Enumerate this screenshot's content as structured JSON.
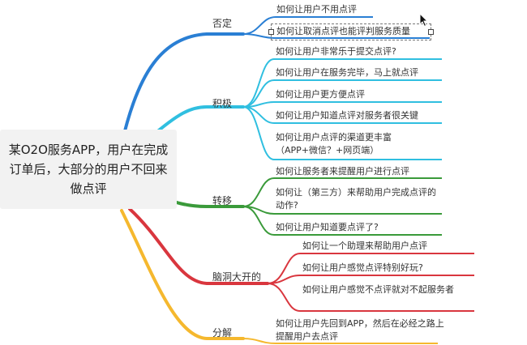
{
  "root": {
    "text": "某O2O服务APP，用户在完成订单后，大部分的用户不回来做点评"
  },
  "colors": {
    "blue": "#2a7fd4",
    "cyan": "#30bfe0",
    "green": "#3a9a3a",
    "red": "#d9363e",
    "yellow": "#f5b82e"
  },
  "branches": {
    "deny": {
      "label": "否定",
      "items": [
        "如何让用户不用点评",
        "如何让取消点评也能评判服务质量"
      ]
    },
    "positive": {
      "label": "积极",
      "items": [
        "如何让用户非常乐于提交点评?",
        "如何让用户在服务完毕，马上就点评",
        "如何让用户更方便点评",
        "如何让用户知道点评对服务者很关键",
        "如何让用户点评的渠道更丰富（APP+微信？+网页端）"
      ]
    },
    "transfer": {
      "label": "转移",
      "items": [
        "如何让服务者来提醒用户进行点评",
        "如何让（第三方）来帮助用户完成点评的动作?",
        "如何让用户知道要点评了?"
      ]
    },
    "brainstorm": {
      "label": "脑洞大开的",
      "items": [
        "如何让一个助理来帮助用户点评",
        "如何让用户感觉点评特别好玩?",
        "如何让用户感觉不点评就对不起服务者"
      ]
    },
    "decompose": {
      "label": "分解",
      "items": [
        "如何让用户先回到APP，然后在必经之路上提醒用户去点评"
      ]
    }
  }
}
